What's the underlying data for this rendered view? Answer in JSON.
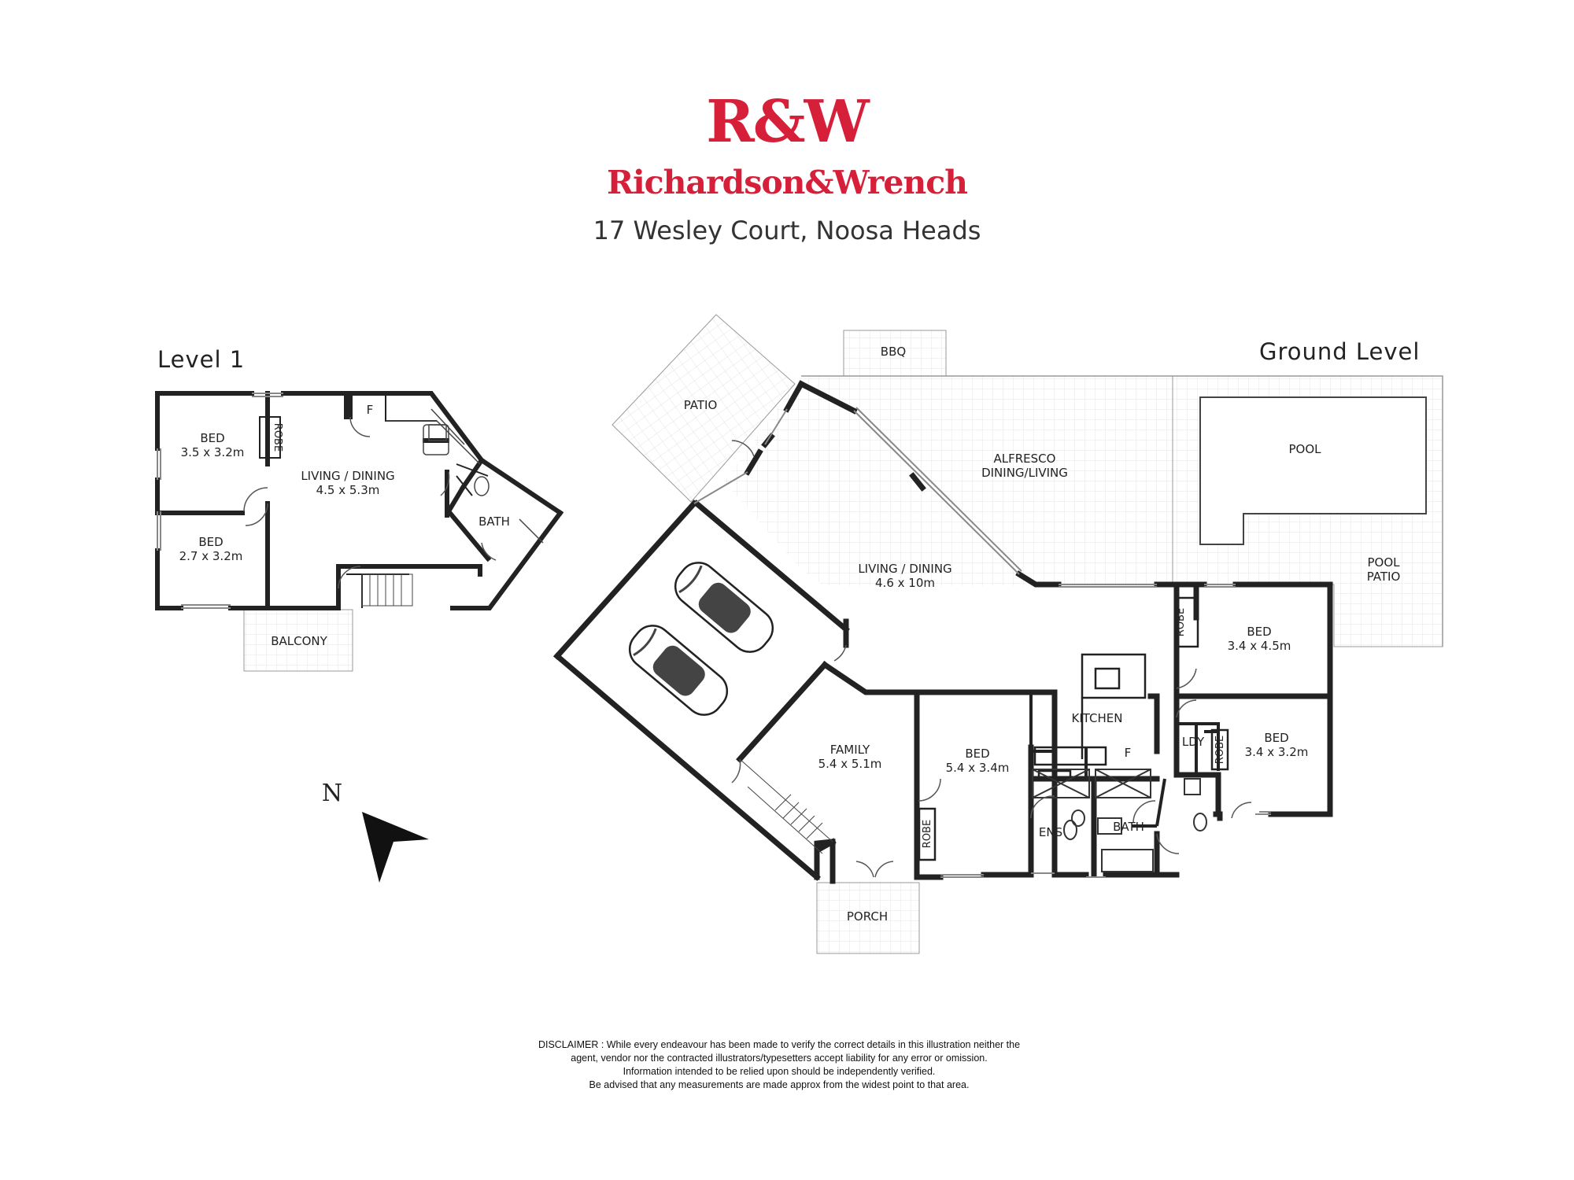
{
  "header": {
    "logo_mark": "R&W",
    "logo_wordmark": "Richardson&Wrench",
    "address": "17 Wesley Court, Noosa Heads"
  },
  "colors": {
    "brand_red": "#d6203a",
    "wall": "#222222",
    "paving_grid": "#e4e4e4"
  },
  "level1": {
    "title": "Level 1",
    "rooms": {
      "bed1_name": "BED",
      "bed1_size": "3.5 x 3.2m",
      "bed2_name": "BED",
      "bed2_size": "2.7 x 3.2m",
      "robe": "ROBE",
      "living_name": "LIVING / DINING",
      "living_size": "4.5 x 5.3m",
      "fridge": "F",
      "bath": "BATH",
      "balcony": "BALCONY"
    }
  },
  "ground": {
    "title": "Ground Level",
    "rooms": {
      "patio": "PATIO",
      "bbq": "BBQ",
      "alfresco_line1": "ALFRESCO",
      "alfresco_line2": "DINING/LIVING",
      "pool": "POOL",
      "pool_patio_line1": "POOL",
      "pool_patio_line2": "PATIO",
      "living_name": "LIVING / DINING",
      "living_size": "4.6 x 10m",
      "kitchen": "KITCHEN",
      "fridge": "F",
      "bed_a_name": "BED",
      "bed_a_size": "3.4 x 4.5m",
      "bed_b_name": "BED",
      "bed_b_size": "3.4 x 3.2m",
      "robe_a": "ROBE",
      "robe_b": "ROBE",
      "robe_c": "ROBE",
      "laundry": "LDY",
      "family_name": "FAMILY",
      "family_size": "5.4 x 5.1m",
      "bed_c_name": "BED",
      "bed_c_size": "5.4 x 3.4m",
      "ensuite": "ENS",
      "bath": "BATH",
      "porch": "PORCH"
    }
  },
  "compass": {
    "label": "N",
    "icon": "north-arrow-icon"
  },
  "disclaimer": {
    "line1": "DISCLAIMER : While every endeavour has been made to verify the correct details in this illustration neither the",
    "line2": "agent, vendor nor the contracted illustrators/typesetters accept liability for any error or omission.",
    "line3": "Information intended to be relied upon should be independently verified.",
    "line4": "Be advised that any measurements are made approx from the widest point to that area."
  }
}
